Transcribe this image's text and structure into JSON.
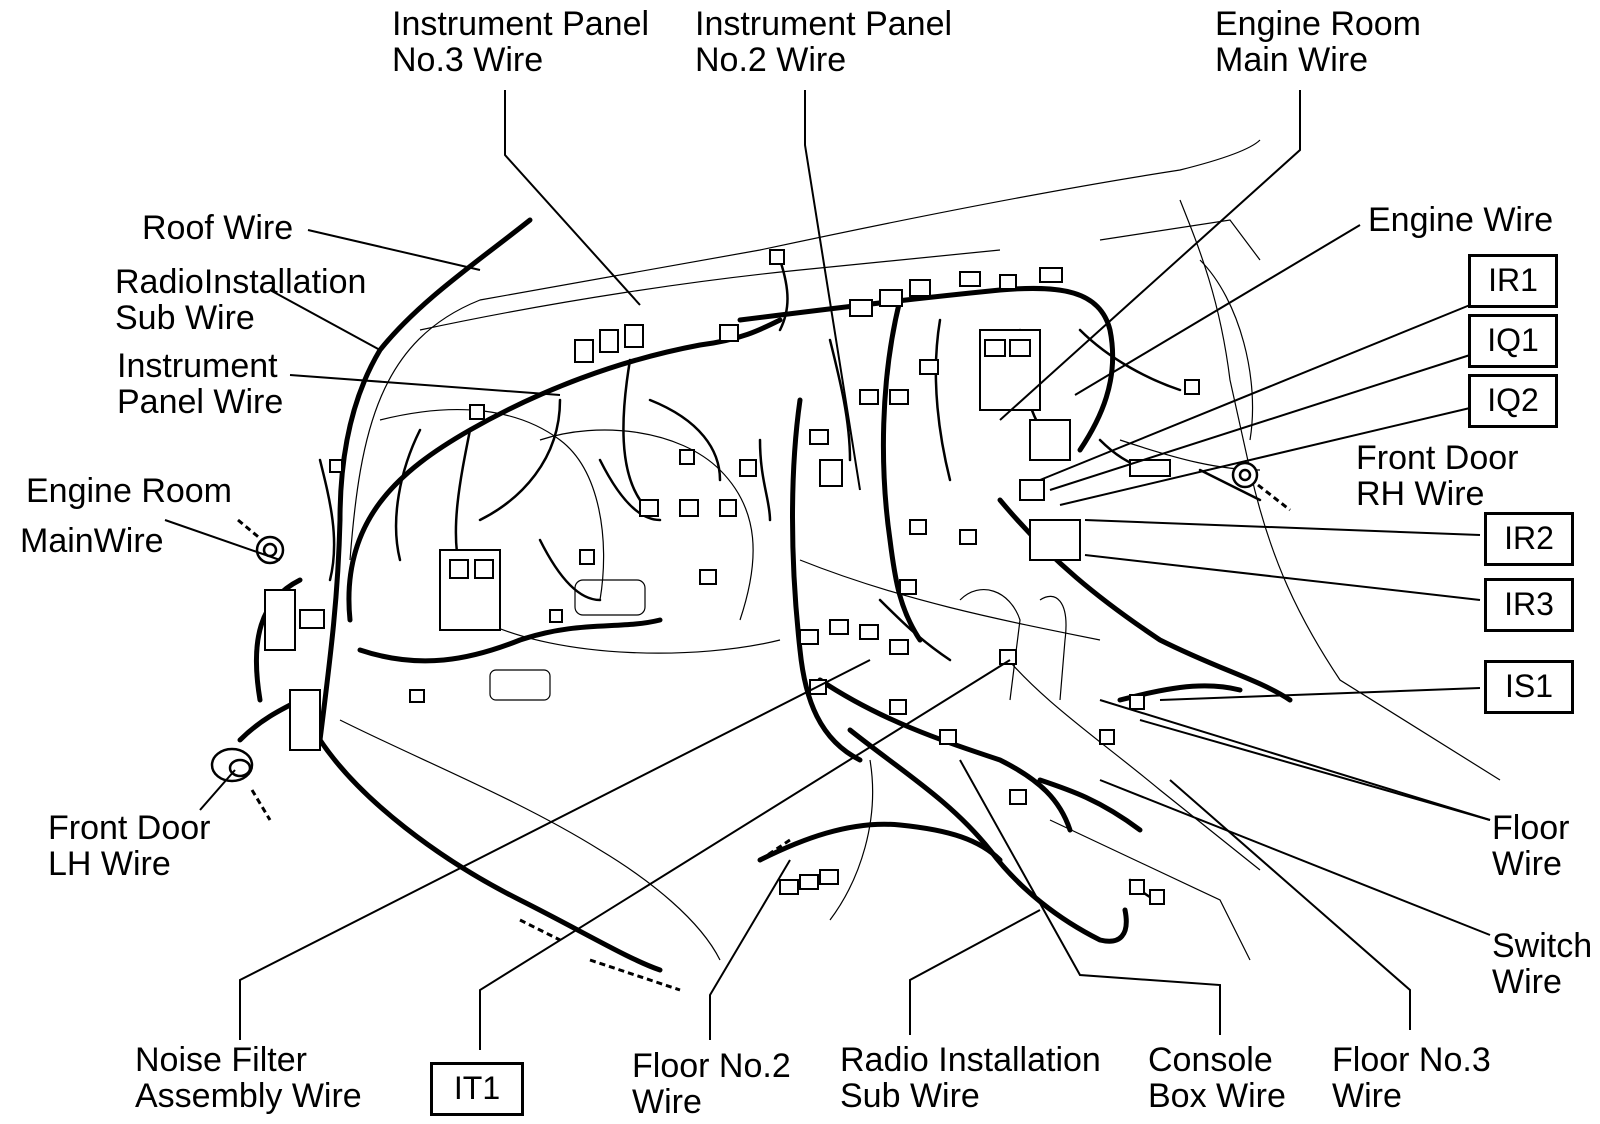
{
  "labels": {
    "ip3": [
      "Instrument Panel",
      "No.3 Wire"
    ],
    "ip2": [
      "Instrument Panel",
      "No.2 Wire"
    ],
    "erm_top": [
      "Engine Room",
      "Main Wire"
    ],
    "roof": [
      "Roof Wire"
    ],
    "radio_sub_left": [
      "RadioInstallation",
      "Sub Wire"
    ],
    "ip_wire": [
      "Instrument",
      "Panel Wire"
    ],
    "erm_left": [
      "Engine Room",
      "MainWire"
    ],
    "fd_lh": [
      "Front Door",
      "LH Wire"
    ],
    "engine_wire": [
      "Engine Wire"
    ],
    "fd_rh": [
      "Front Door",
      "RH Wire"
    ],
    "floor_wire": [
      "Floor",
      "Wire"
    ],
    "switch_wire": [
      "Switch",
      "Wire"
    ],
    "noise_filter": [
      "Noise Filter",
      "Assembly Wire"
    ],
    "floor2": [
      "Floor No.2",
      "Wire"
    ],
    "radio_sub_bottom": [
      "Radio Installation",
      "Sub Wire"
    ],
    "console_box": [
      "Console",
      "Box Wire"
    ],
    "floor3": [
      "Floor No.3",
      "Wire"
    ]
  },
  "connectors": {
    "ir1": "IR1",
    "iq1": "IQ1",
    "iq2": "IQ2",
    "ir2": "IR2",
    "ir3": "IR3",
    "is1": "IS1",
    "it1": "IT1"
  },
  "colors": {
    "line": "#000000",
    "background": "#ffffff"
  }
}
